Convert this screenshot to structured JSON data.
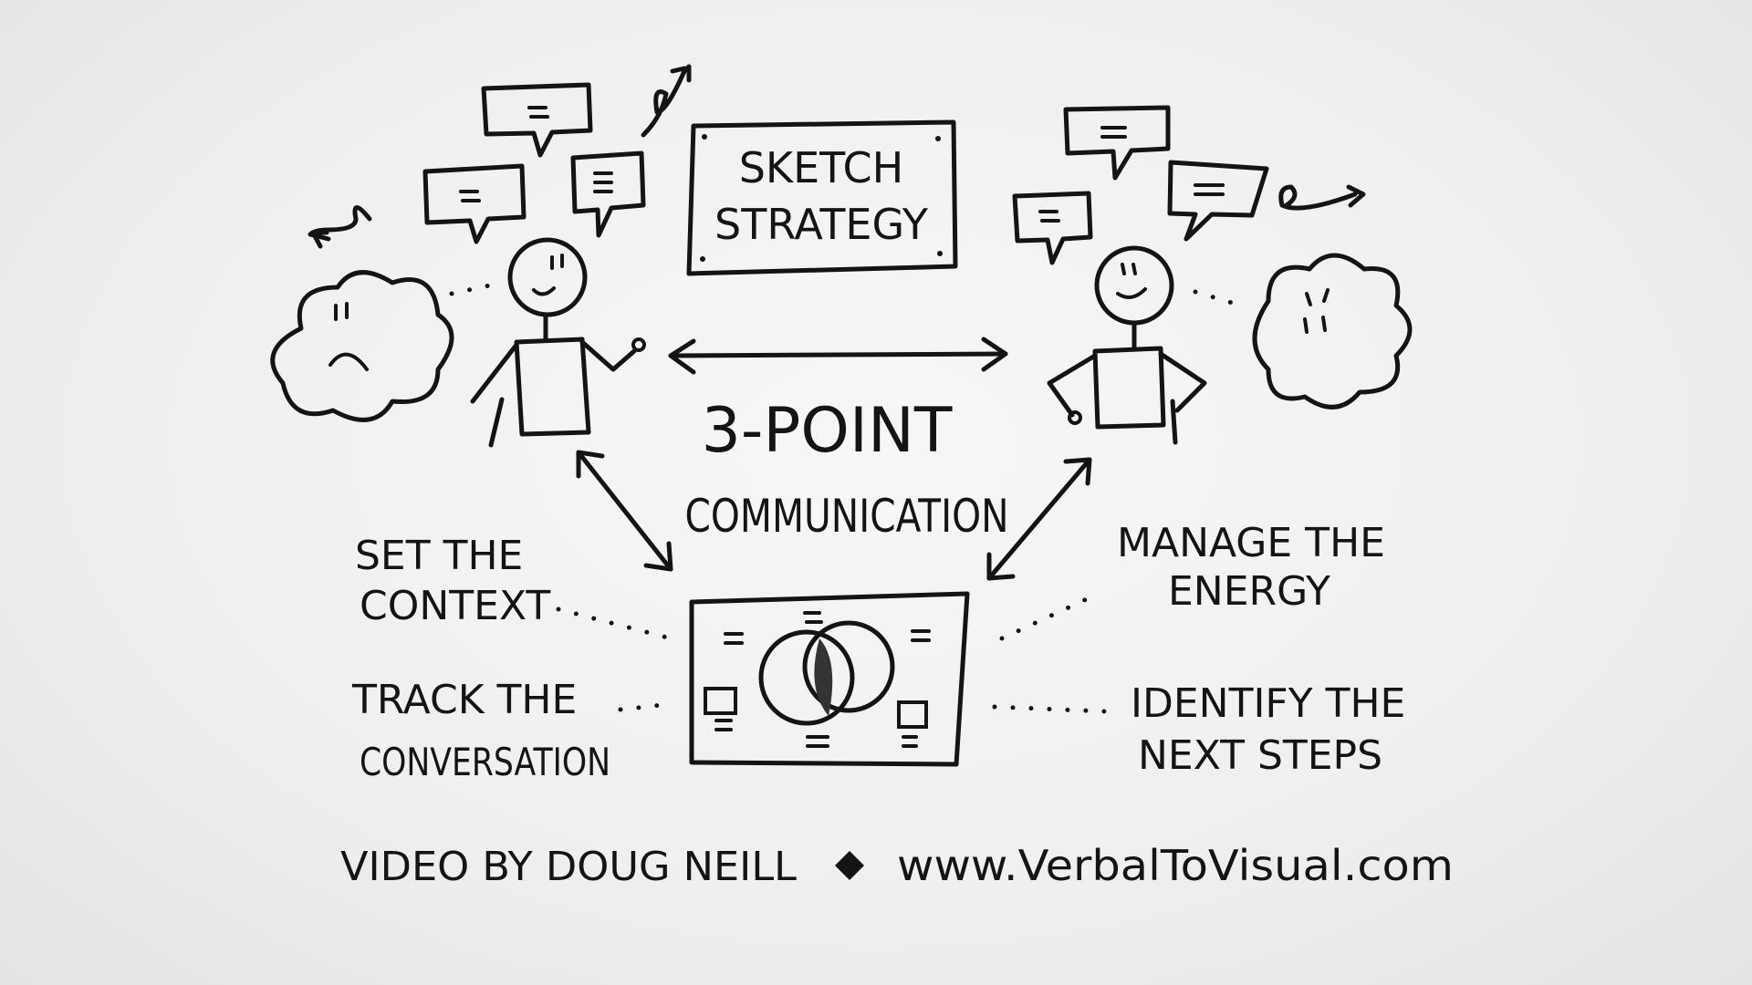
{
  "title": {
    "line1": "Sketch",
    "line2": "Strategy"
  },
  "center": {
    "line1": "3-Point",
    "line2": "Communication"
  },
  "labels": {
    "set_context": {
      "line1": "Set the",
      "line2": "Context"
    },
    "track_conversation": {
      "line1": "Track the",
      "line2": "Conversation"
    },
    "manage_energy": {
      "line1": "Manage the",
      "line2": "Energy"
    },
    "next_steps": {
      "line1": "Identify the",
      "line2": "Next Steps"
    }
  },
  "footer": {
    "credit": "Video by Doug Neill",
    "url": "www.VerbalToVisual.com"
  },
  "colors": {
    "ink": "#141414",
    "background": "#efeff0"
  }
}
